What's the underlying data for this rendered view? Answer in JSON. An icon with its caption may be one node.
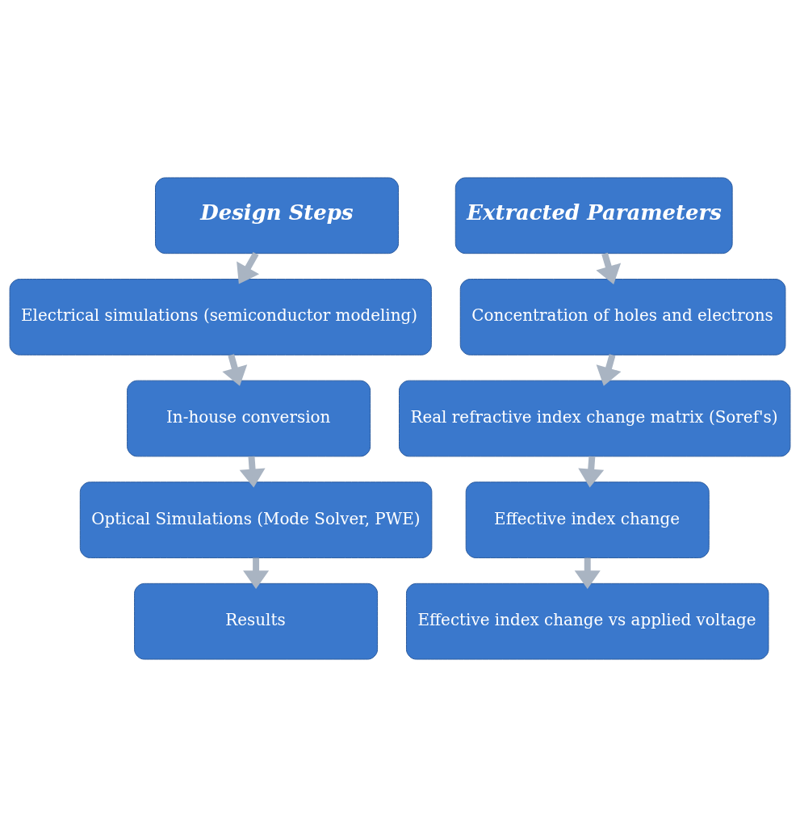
{
  "diagram": {
    "nodes": [
      {
        "text": [
          "Design Steps"
        ]
      },
      {
        "text": [
          "Extracted Parameters"
        ]
      },
      {
        "text": [
          "Electrical simulations (semiconductor modeling)"
        ]
      },
      {
        "text": [
          "Concentration of holes and electrons"
        ]
      },
      {
        "text": [
          "In-house conversion"
        ]
      },
      {
        "text": [
          "Real refractive index change matrix (Soref's)"
        ]
      },
      {
        "text": [
          "Optical Simulations (Mode Solver, PWE)"
        ]
      },
      {
        "text": [
          "Effective index change"
        ]
      },
      {
        "text": [
          "Results"
        ]
      },
      {
        "text": [
          "Effective index change vs applied voltage"
        ]
      }
    ],
    "edges": [
      {
        "from": 0,
        "to": 2,
        "arrow": "to"
      },
      {
        "from": 2,
        "to": 4,
        "arrow": "to"
      },
      {
        "from": 4,
        "to": 6,
        "arrow": "to"
      },
      {
        "from": 6,
        "to": 8,
        "arrow": "to"
      },
      {
        "from": 1,
        "to": 3,
        "arrow": "to"
      },
      {
        "from": 3,
        "to": 5,
        "arrow": "to"
      },
      {
        "from": 5,
        "to": 7,
        "arrow": "to"
      },
      {
        "from": 7,
        "to": 9,
        "arrow": "to"
      }
    ]
  }
}
